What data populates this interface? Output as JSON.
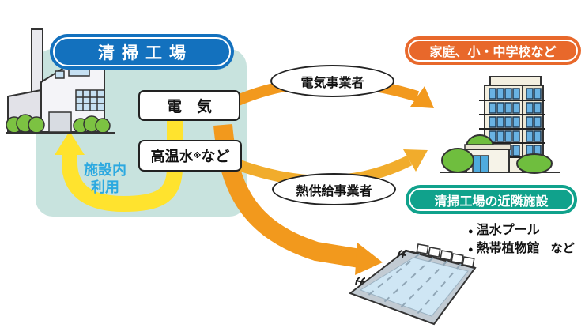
{
  "plant": {
    "title": "清掃工場",
    "internal_use_line1": "施設内",
    "internal_use_line2": "利用"
  },
  "outputs": {
    "electricity_label": "電　気",
    "hot_water_label": "高温水",
    "hot_water_note_mark": "※",
    "hot_water_suffix": "など"
  },
  "providers": {
    "electric_label": "電気事業者",
    "heat_label": "熱供給事業者"
  },
  "destinations": {
    "homes_label": "家庭、小・中学校など",
    "nearby_label": "清掃工場の近隣施設",
    "bullet": "●",
    "nearby_items": [
      {
        "label": "温水プール",
        "suffix": ""
      },
      {
        "label": "熱帯植物館",
        "suffix": "など"
      }
    ]
  },
  "colors": {
    "panel_teal": "#c8e3de",
    "pill_blue": "#1371be",
    "pill_orange": "#e8682b",
    "pill_teal": "#10a28c",
    "arrow_orange": "#f2991d",
    "arrow_amber": "#f1ac2c",
    "arrow_yellow": "#ffe32e",
    "internal_use_text": "#2ca9e0"
  }
}
